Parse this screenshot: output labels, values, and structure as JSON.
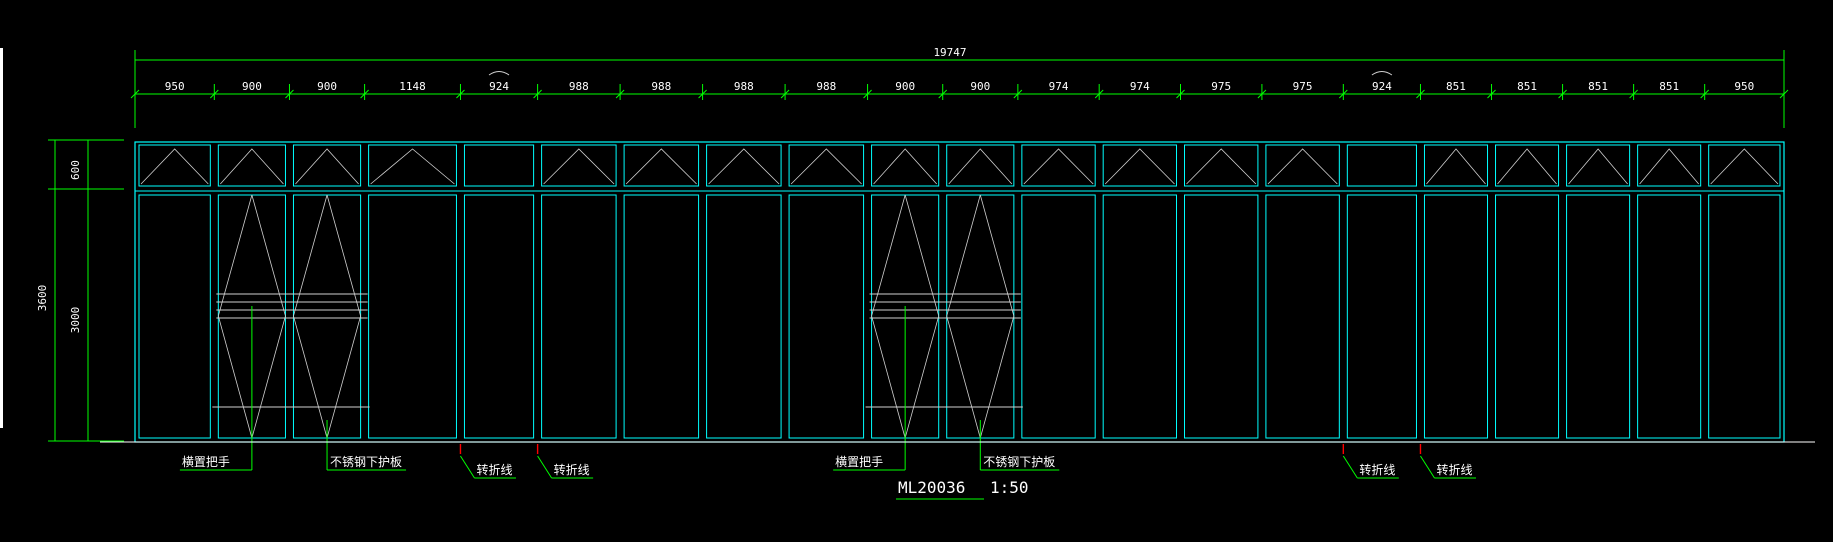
{
  "drawing": {
    "total_width": "19747",
    "panel_widths": [
      "950",
      "900",
      "900",
      "1148",
      "924",
      "988",
      "988",
      "988",
      "988",
      "900",
      "900",
      "974",
      "974",
      "975",
      "975",
      "924",
      "851",
      "851",
      "851",
      "851",
      "950"
    ],
    "arc_marked_panels": [
      4,
      15
    ],
    "transom_triangles": [
      true,
      true,
      true,
      true,
      false,
      true,
      true,
      true,
      true,
      true,
      true,
      true,
      true,
      true,
      true,
      false,
      true,
      true,
      true,
      true,
      true
    ],
    "door_leaves": [
      1,
      2,
      9,
      10
    ],
    "height_total": "3600",
    "height_top": "600",
    "height_bottom": "3000",
    "annotations": [
      {
        "text": "横置把手",
        "panel": 1
      },
      {
        "text": "不锈钢下护板",
        "panel": 2
      },
      {
        "text": "转折线",
        "panel": 4
      },
      {
        "text": "转折线",
        "panel": 5
      },
      {
        "text": "横置把手",
        "panel": 9
      },
      {
        "text": "不锈钢下护板",
        "panel": 10
      },
      {
        "text": "转折线",
        "panel": 15
      },
      {
        "text": "转折线",
        "panel": 16
      }
    ],
    "title": "ML20036",
    "scale": "1:50",
    "colors": {
      "dimension": "#00ff00",
      "frame": "#00ffff",
      "detail": "#d0d0d0",
      "text": "#ffffff",
      "fold_mark": "#ff0000",
      "background": "#000000"
    }
  }
}
